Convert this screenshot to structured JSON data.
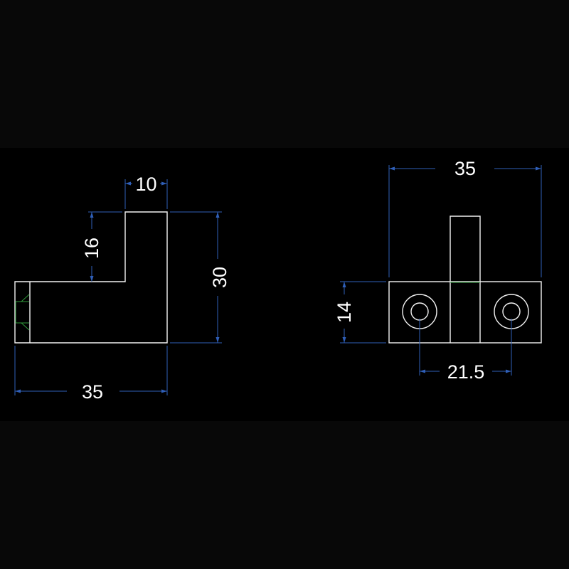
{
  "colors": {
    "background": "#000000",
    "outer_band": "#080808",
    "outline": "#f2f2f2",
    "dimension_line": "#2f5fb8",
    "hidden_line": "#2f9a3a",
    "text": "#ffffff"
  },
  "side_view": {
    "dim_top_width": "10",
    "dim_step_height": "16",
    "dim_total_height": "30",
    "dim_base_length": "35"
  },
  "front_view": {
    "dim_total_width": "35",
    "dim_base_height": "14",
    "dim_hole_spacing": "21.5"
  }
}
